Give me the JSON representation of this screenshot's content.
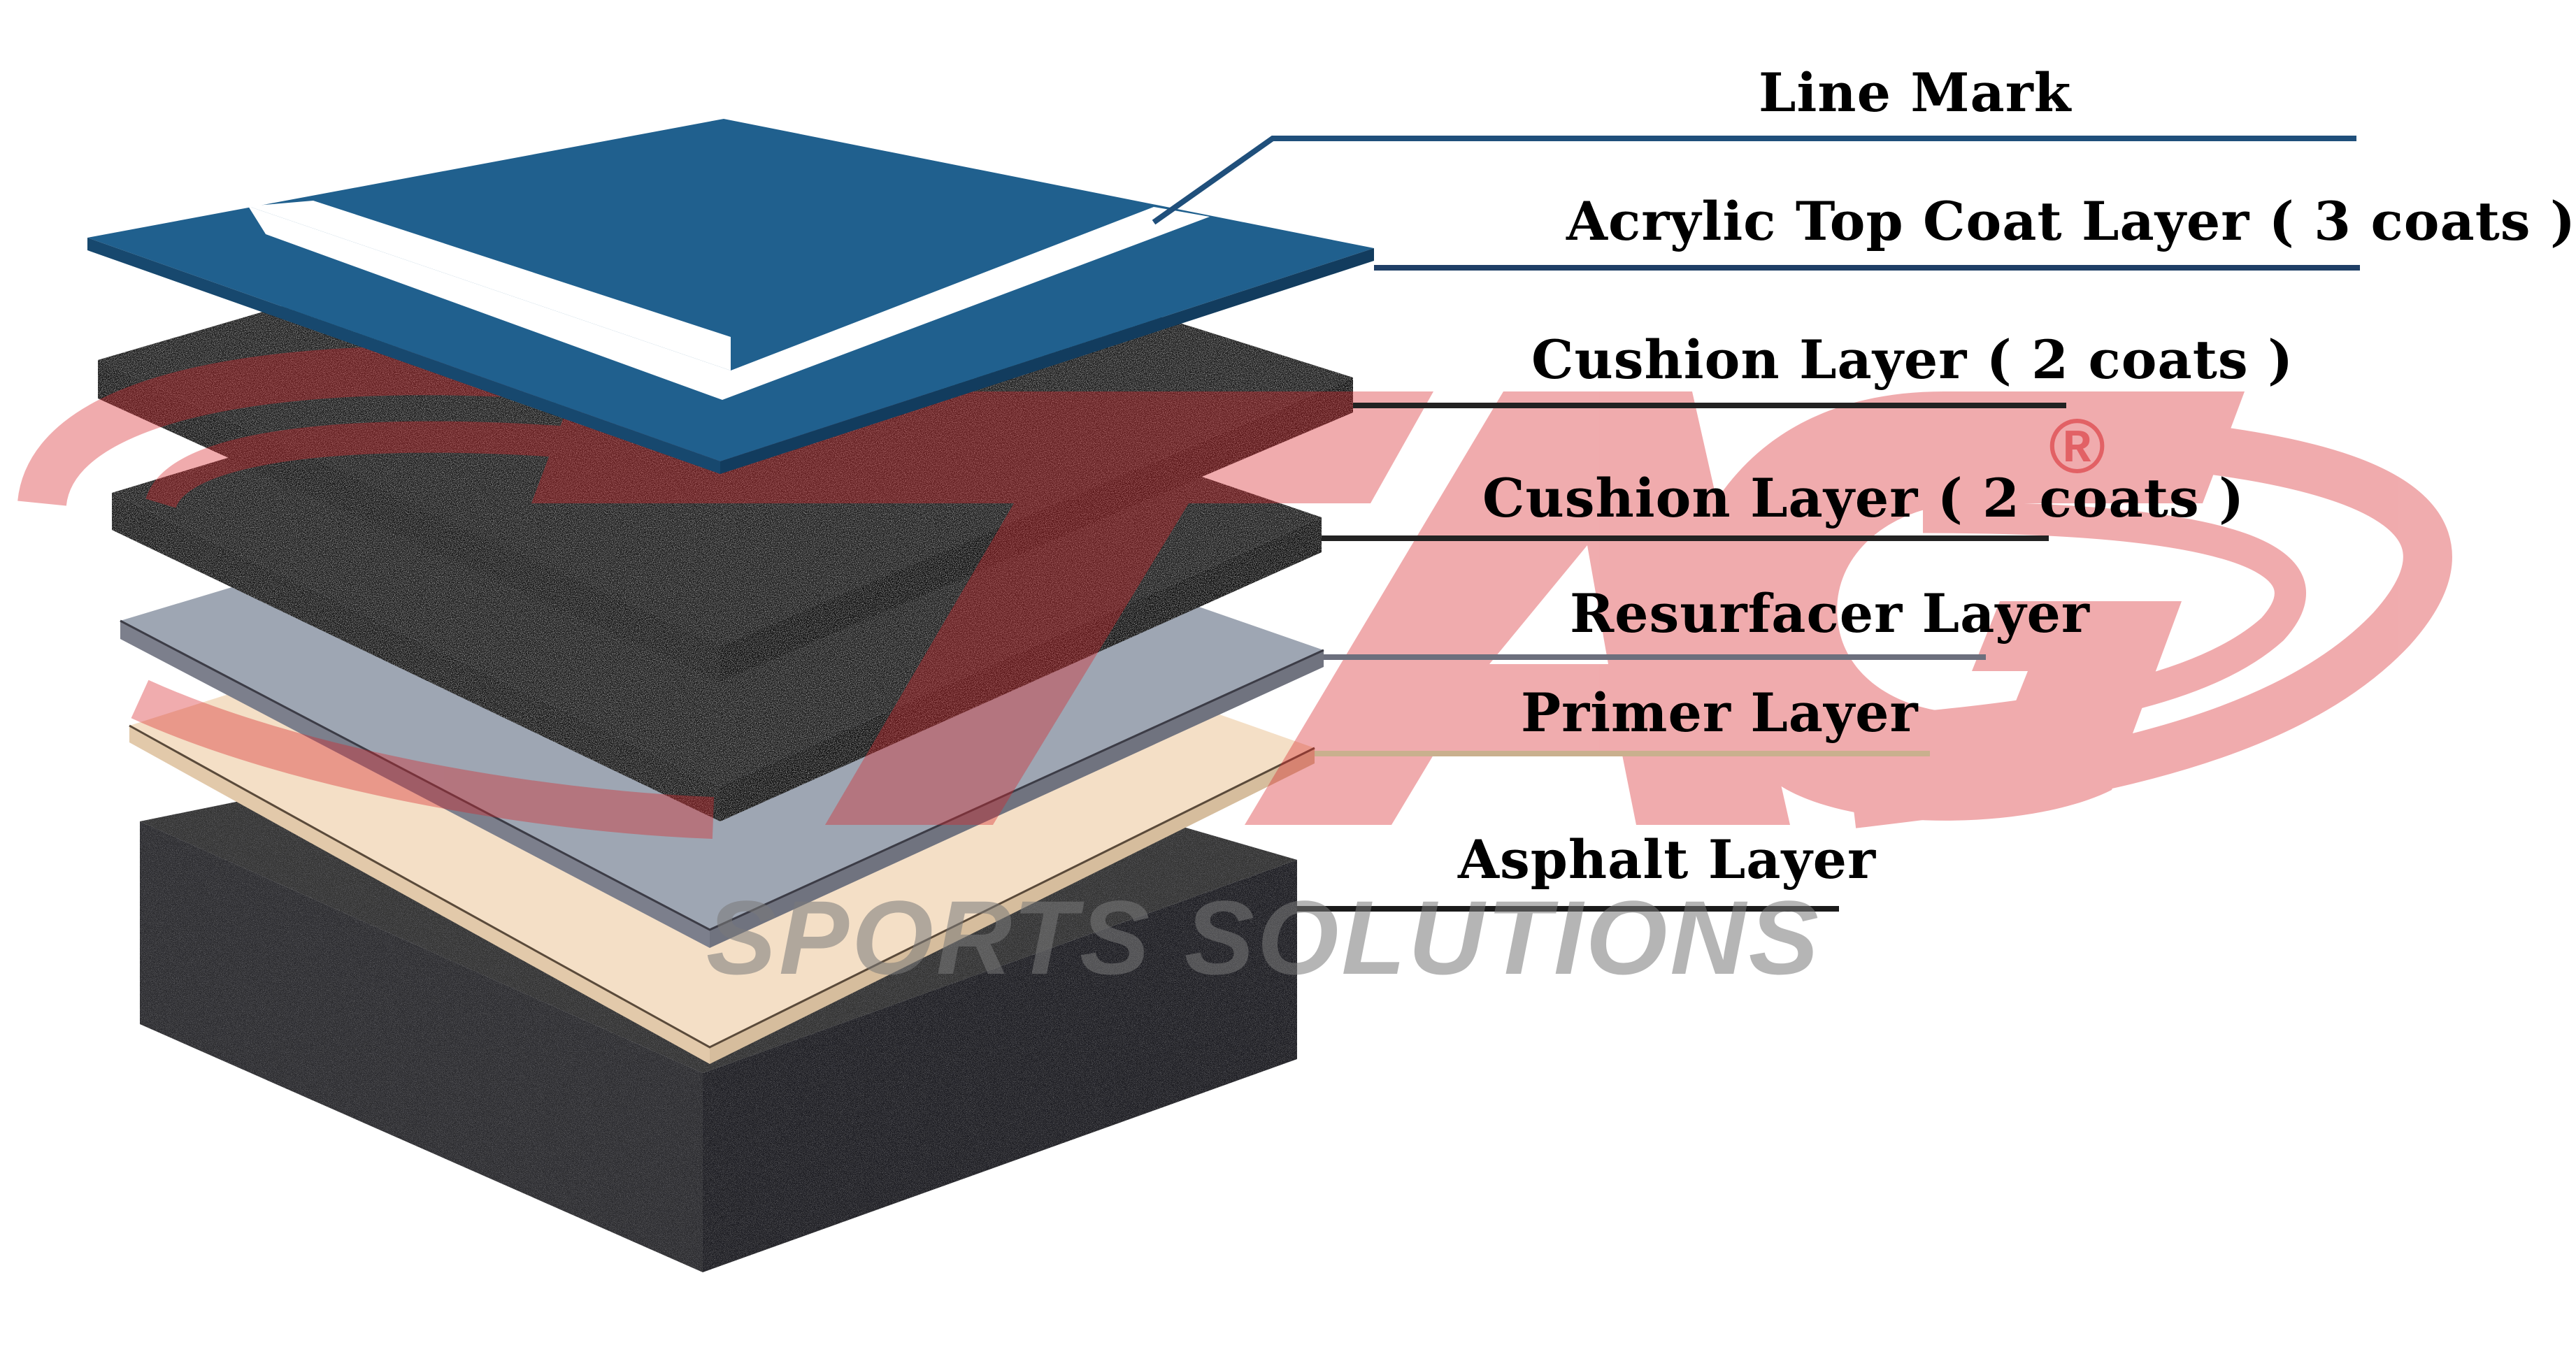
{
  "watermark": {
    "logo_letters": "TAG",
    "registered_mark": "®",
    "tagline": "SPORTS SOLUTIONS",
    "color": "#d8262b"
  },
  "layers": [
    {
      "id": "line-mark",
      "label": "Line Mark",
      "color": "#ffffff",
      "line_color": "#1f4f7b"
    },
    {
      "id": "acrylic-top-coat",
      "label": "Acrylic Top Coat Layer ( 3 coats )",
      "color": "#20608e",
      "line_color": "#1f3f66"
    },
    {
      "id": "cushion-1",
      "label": "Cushion Layer ( 2 coats )",
      "color": "#1f1f1f",
      "line_color": "#222222"
    },
    {
      "id": "cushion-2",
      "label": "Cushion Layer ( 2 coats )",
      "color": "#1f1f1f",
      "line_color": "#222222"
    },
    {
      "id": "resurfacer",
      "label": "Resurfacer Layer",
      "color": "#8a8f9c",
      "line_color": "#6c6f7d"
    },
    {
      "id": "primer",
      "label": "Primer Layer",
      "color": "#f4dfc6",
      "line_color": "#c9b08e"
    },
    {
      "id": "asphalt",
      "label": "Asphalt Layer",
      "color": "#2a2a2c",
      "line_color": "#1a1a1a"
    }
  ]
}
